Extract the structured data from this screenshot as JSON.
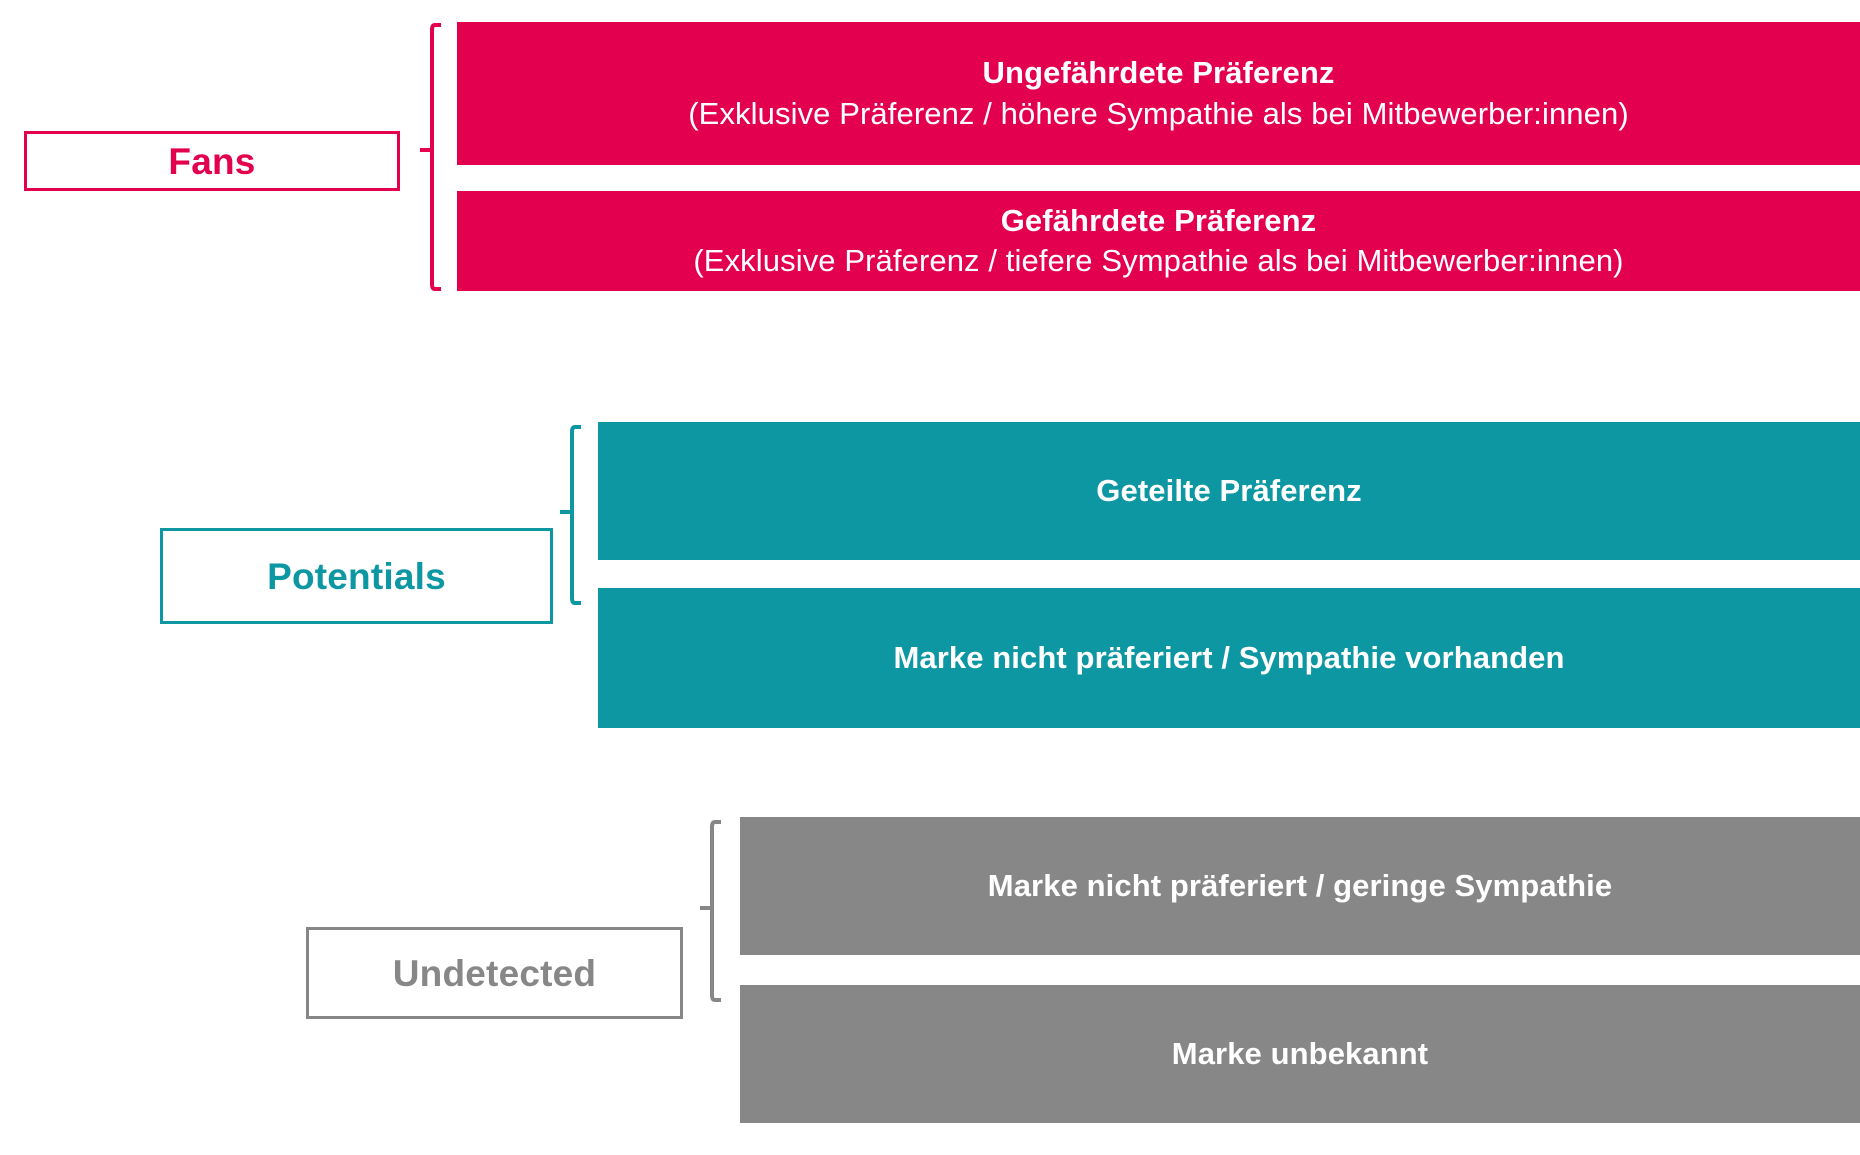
{
  "diagram": {
    "title_semantic": "brand-preference-segmentation-pyramid",
    "colors": {
      "fans": "#E3014F",
      "potentials": "#0D97A3",
      "undetected": "#878787",
      "bar_text": "#FFFFFF",
      "background": "#FFFFFF"
    },
    "groups": [
      {
        "key": "fans",
        "label": "Fans",
        "color": "#E3014F",
        "bars": [
          {
            "title": "Ungefährdete Präferenz",
            "subtitle": "(Exklusive Präferenz / höhere Sympathie als bei Mitbewerber:innen)"
          },
          {
            "title": "Gefährdete Präferenz",
            "subtitle": "(Exklusive Präferenz / tiefere Sympathie als bei Mitbewerber:innen)"
          }
        ]
      },
      {
        "key": "potentials",
        "label": "Potentials",
        "color": "#0D97A3",
        "bars": [
          {
            "title": "Geteilte Präferenz",
            "subtitle": ""
          },
          {
            "title": "Marke nicht präferiert / Sympathie vorhanden",
            "subtitle": ""
          }
        ]
      },
      {
        "key": "undetected",
        "label": "Undetected",
        "color": "#878787",
        "bars": [
          {
            "title": "Marke nicht präferiert / geringe Sympathie",
            "subtitle": ""
          },
          {
            "title": "Marke unbekannt",
            "subtitle": ""
          }
        ]
      }
    ]
  }
}
